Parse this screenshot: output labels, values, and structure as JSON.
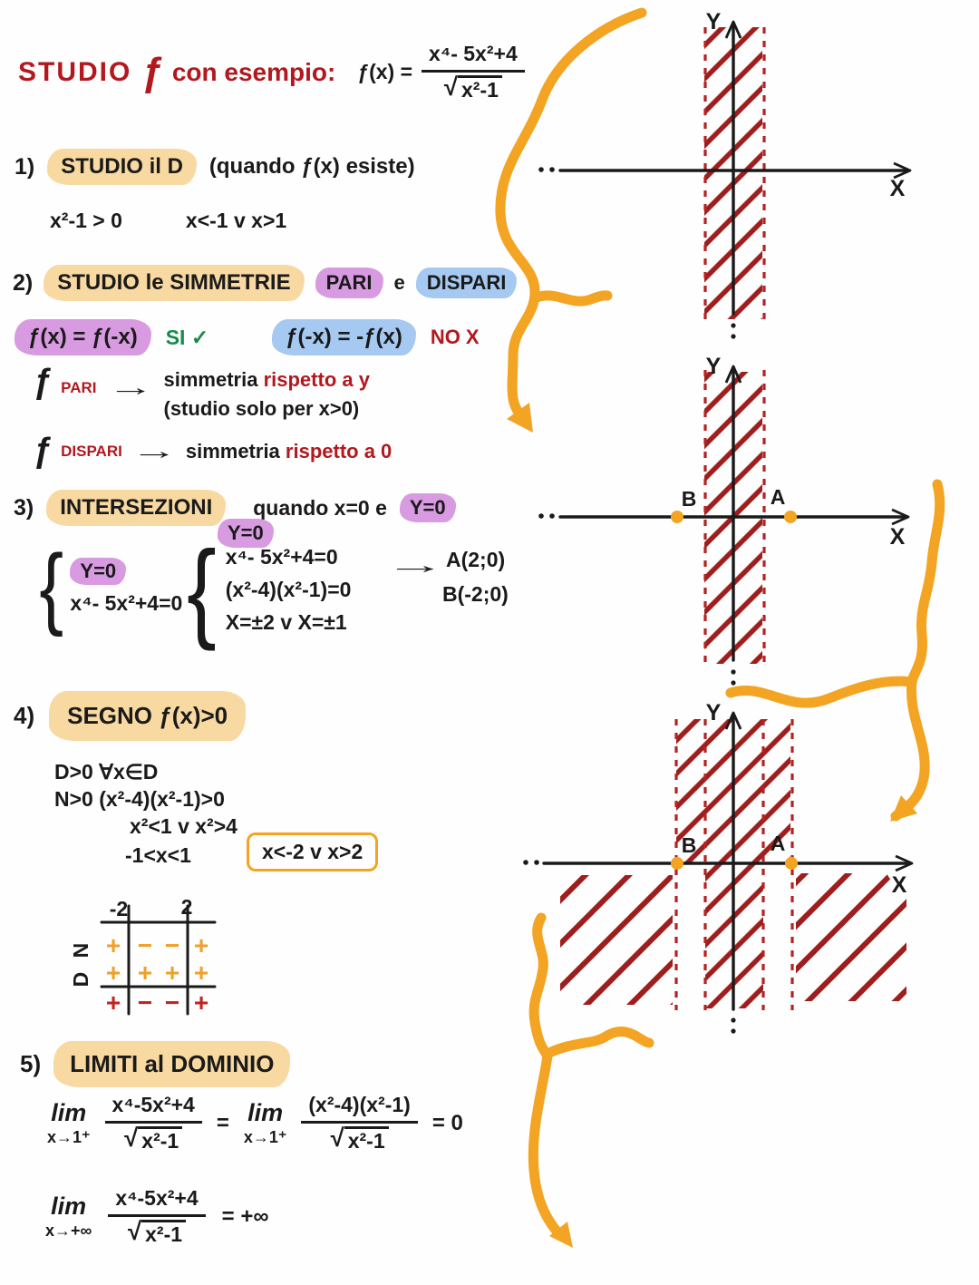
{
  "colors": {
    "ink": "#1a1a1a",
    "red_ink": "#b2181e",
    "hatch_red": "#9e1d1d",
    "dashed_red": "#b52222",
    "pen_orange": "#f2a422",
    "highlight_orange": "#f8d9a2",
    "highlight_purple": "#d89ae0",
    "highlight_blue": "#a5c9f1",
    "check_green": "#198a4c"
  },
  "title": {
    "studio": "STUDIO",
    "f": "ƒ",
    "con": "con esempio:",
    "fx": "ƒ(x) =",
    "num": "x⁴- 5x²+4",
    "sqrt": "√",
    "den": "x²-1"
  },
  "s1": {
    "no": "1)",
    "chip": "STUDIO il D",
    "note": "(quando ƒ(x) esiste)",
    "ineq": "x²-1 > 0",
    "sol": "x<-1 v x>1"
  },
  "s2": {
    "no": "2)",
    "chip": "STUDIO le SIMMETRIE",
    "pari": "PARI",
    "e": "e",
    "dispari": "DISPARI",
    "even_eq": "ƒ(x) = ƒ(-x)",
    "si": "SI ✓",
    "odd_eq": "ƒ(-x) = -ƒ(x)",
    "nox": "NO X",
    "f1": "ƒ",
    "pari_small": "PARI",
    "arrow1": "→",
    "sym1_black": "simmetria",
    "sym1_red": "rispetto a y",
    "sym1_note": "(studio solo per x>0)",
    "f2": "ƒ",
    "dispari_small": "DISPARI",
    "arrow2": "→",
    "sym2_black": "simmetria",
    "sym2_red": "rispetto a 0"
  },
  "s3": {
    "no": "3)",
    "chip": "INTERSEZIONI",
    "note": "quando x=0 e",
    "y0": "Y=0",
    "brace": "{",
    "sysA_l1": "Y=0",
    "sysA_l2": "x⁴- 5x²+4=0",
    "sysB_l0": "Y=0",
    "sysB_l1": "x⁴- 5x²+4=0",
    "sysB_l2": "(x²-4)(x²-1)=0",
    "sysB_l3": "X=±2 v X=±1",
    "arrow": "→",
    "ptA": "A(2;0)",
    "ptB": "B(-2;0)"
  },
  "s4": {
    "no": "4)",
    "chip": "SEGNO  ƒ(x)>0",
    "l1": "D>0  ∀x∈D",
    "l2": "N>0  (x²-4)(x²-1)>0",
    "l3": "x²<1 v x²>4",
    "l4": "-1<x<1",
    "boxed": "x<-2 v x>2"
  },
  "sign_table": {
    "top_labels": [
      "-2",
      "2"
    ],
    "row_labels": [
      "N",
      "D"
    ],
    "n_row": [
      "+",
      "−",
      "−",
      "+"
    ],
    "d_row": [
      "+",
      "+",
      "+",
      "+"
    ],
    "result_row": [
      "+",
      "−",
      "−",
      "+"
    ]
  },
  "s5": {
    "no": "5)",
    "chip": "LIMITI al DOMINIO"
  },
  "lim1": {
    "lim_a": "lim",
    "sub_a": "x→1⁺",
    "num_a": "x⁴-5x²+4",
    "sqrt_a": "√",
    "den_a": "x²-1",
    "eq": "=",
    "lim_b": "lim",
    "sub_b": "x→1⁺",
    "num_b": "(x²-4)(x²-1)",
    "sqrt_b": "√",
    "den_b": "x²-1",
    "res": "= 0"
  },
  "lim2": {
    "lim": "lim",
    "sub": "x→+∞",
    "num": "x⁴-5x²+4",
    "sqrt": "√",
    "den": "x²-1",
    "res": "= +∞"
  },
  "graphs": {
    "g1": {
      "y": "Y",
      "x": "X"
    },
    "g2": {
      "y": "Y",
      "x": "X",
      "a": "A",
      "b": "B"
    },
    "g3": {
      "y": "Y",
      "x": "X",
      "a": "A",
      "b": "B"
    }
  }
}
